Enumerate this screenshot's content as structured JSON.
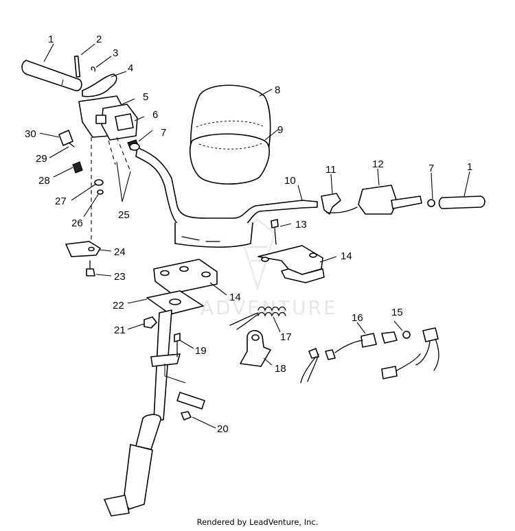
{
  "diagram": {
    "callouts": [
      "1",
      "2",
      "3",
      "4",
      "5",
      "6",
      "7",
      "8",
      "9",
      "10",
      "11",
      "12",
      "13",
      "14",
      "15",
      "16",
      "17",
      "18",
      "19",
      "20",
      "21",
      "22",
      "23",
      "24",
      "25",
      "26",
      "27",
      "28",
      "29",
      "30"
    ],
    "duplicate_callouts": {
      "c1b": "1",
      "c7b": "7",
      "c14b": "14"
    },
    "watermark_text": "ADVENTURE",
    "footer": "Rendered by LeadVenture, Inc."
  }
}
